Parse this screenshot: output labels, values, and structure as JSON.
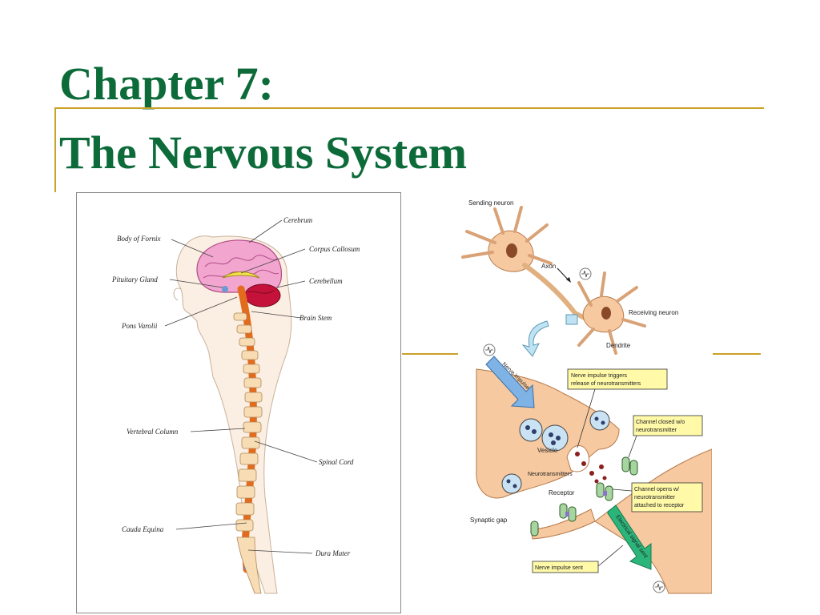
{
  "slide": {
    "title_line1": "Chapter 7:",
    "title_line2": "The Nervous System"
  },
  "spine_figure": {
    "labels": {
      "cerebrum": "Cerebrum",
      "body_of_fornix": "Body of Fornix",
      "corpus_callosum": "Corpus Callosum",
      "pituitary_gland": "Pituitary Gland",
      "cerebellum": "Cerebellum",
      "pons_varolii": "Pons Varolii",
      "brain_stem": "Brain Stem",
      "vertebral_column": "Vertebral Column",
      "spinal_cord": "Spinal Cord",
      "cauda_equina": "Cauda Equina",
      "dura_mater": "Dura Mater"
    }
  },
  "synapse_figure": {
    "labels": {
      "sending_neuron": "Sending neuron",
      "axon": "Axon",
      "receiving_neuron": "Receiving neuron",
      "dendrite": "Dendrite",
      "nerve_impulse": "Nerve impulse",
      "vesicle": "Vesicle",
      "neurotransmitters": "Neurotransmitters",
      "receptor": "Receptor",
      "synaptic_gap": "Synaptic gap",
      "electrical_signal": "Electrical signal sent"
    },
    "callouts": {
      "triggers_line1": "Nerve impulse triggers",
      "triggers_line2": "release of neurotransmitters",
      "closed_line1": "Channel closed w/o",
      "closed_line2": "neurotransmitter",
      "opens_line1": "Channel opens w/",
      "opens_line2": "neurotransmitter",
      "opens_line3": "attached to receptor",
      "sent": "Nerve impulse sent"
    }
  },
  "colors": {
    "title": "#0d6b3a",
    "accent_rule": "#c9a227",
    "neuron_fill": "#f6c9a0",
    "callout_fill": "#fff9a8",
    "impulse_arrow": "#7fb2e5",
    "signal_arrow": "#2bb57a"
  }
}
